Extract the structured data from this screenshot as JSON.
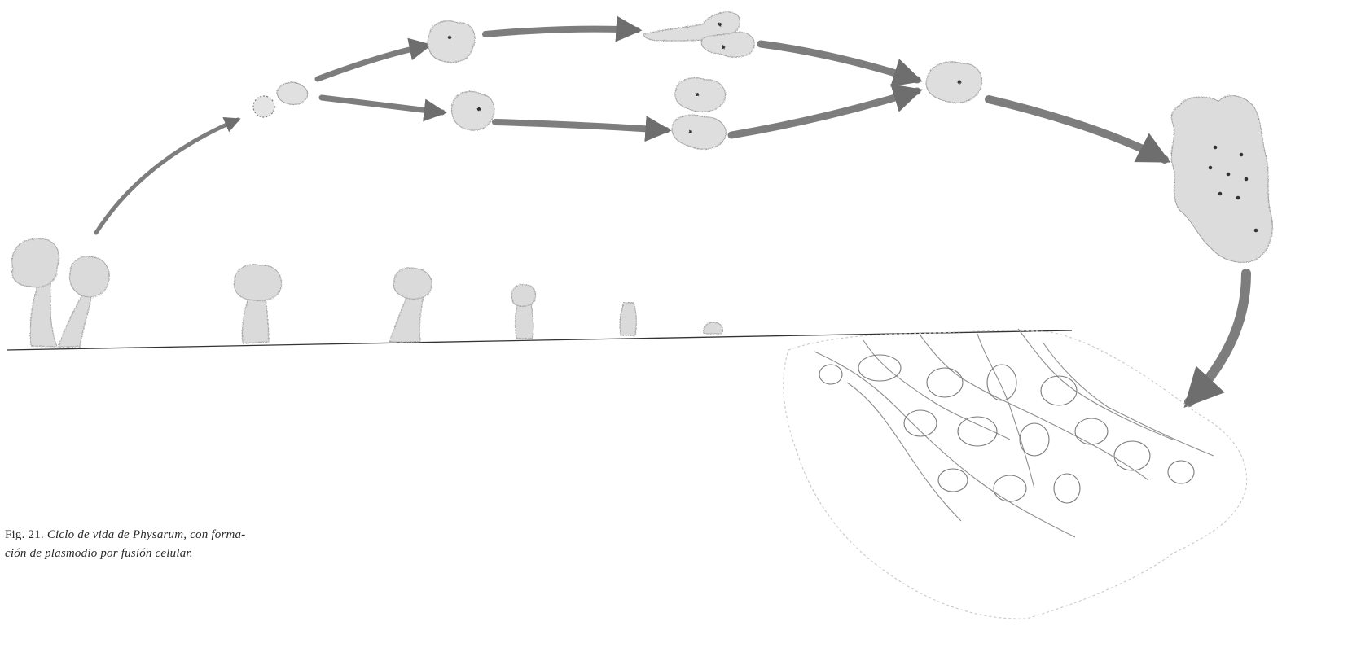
{
  "figure": {
    "stages": [
      "fruiting-body",
      "spore",
      "amoeba",
      "swarm-cell",
      "zygote",
      "plasmodium",
      "plasmodium-network",
      "sporangium-development"
    ]
  },
  "caption": {
    "label": "Fig. 21.",
    "text_line1": "Ciclo de vida de Physarum, con forma-",
    "text_line2": "ción de plasmodio por fusión celular."
  },
  "colors": {
    "arrow": "#7a7a7a",
    "cell": "#dcdcdc",
    "nucleus": "#333333",
    "ground": "#333333",
    "network": "#9a9a9a",
    "text": "#2a2a2a"
  }
}
